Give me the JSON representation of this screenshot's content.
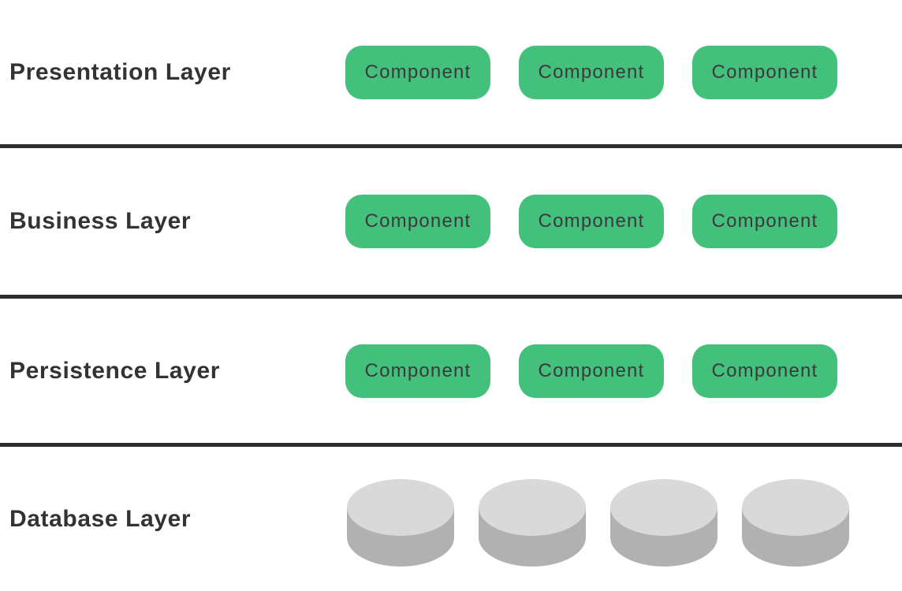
{
  "colors": {
    "component_green": "#44c07d",
    "component_text": "#3a3a3a",
    "label_text": "#333333",
    "divider": "#2d2d2d",
    "database_top": "#d9d9d9",
    "database_side": "#b1b1b1",
    "background": "#ffffff"
  },
  "layers": [
    {
      "label": "Presentation Layer",
      "components": [
        "Component",
        "Component",
        "Component"
      ]
    },
    {
      "label": "Business Layer",
      "components": [
        "Component",
        "Component",
        "Component"
      ]
    },
    {
      "label": "Persistence Layer",
      "components": [
        "Component",
        "Component",
        "Component"
      ]
    },
    {
      "label": "Database Layer",
      "database_count": 4
    }
  ]
}
